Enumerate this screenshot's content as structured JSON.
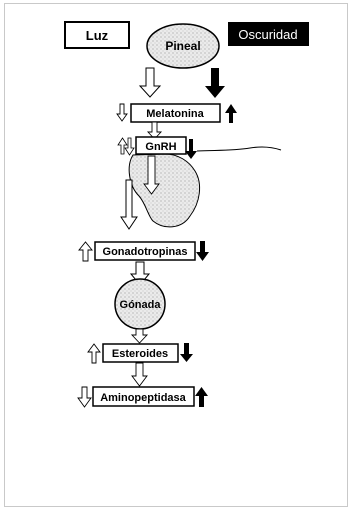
{
  "diagram": {
    "light_label": "Luz",
    "dark_label": "Oscuridad",
    "pineal_label": "Pineal",
    "melatonin_label": "Melatonina",
    "gnrh_label": "GnRH",
    "gonadotropins_label": "Gonadotropinas",
    "gonad_label": "Gónada",
    "steroids_label": "Esteroides",
    "aminopeptidase_label": "Aminopeptidasa"
  },
  "colors": {
    "ink": "#000000",
    "light_fill": "#ffffff",
    "dark_fill": "#000000",
    "stipple_fill": "#d8d8d8"
  }
}
